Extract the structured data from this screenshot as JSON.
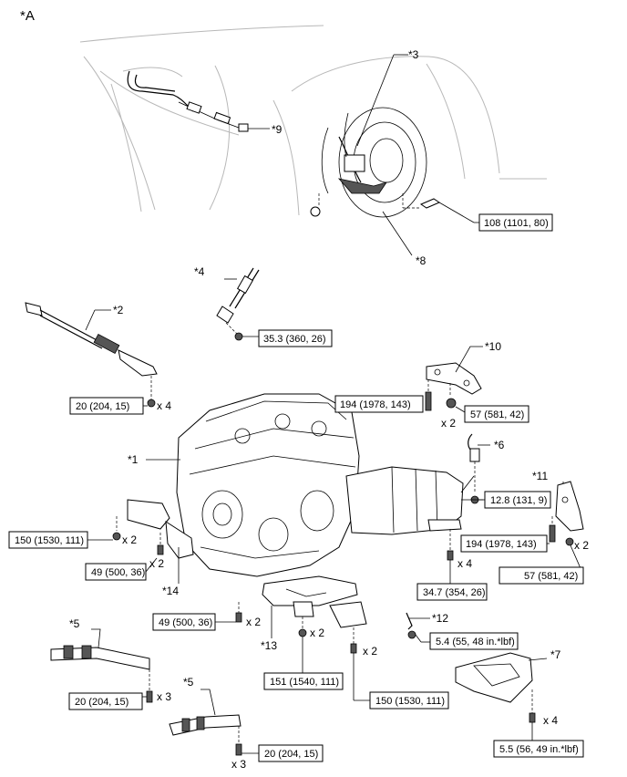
{
  "figure_label": "*A",
  "callouts": {
    "c1": "*1",
    "c2": "*2",
    "c3": "*3",
    "c4": "*4",
    "c5a": "*5",
    "c5b": "*5",
    "c6": "*6",
    "c7": "*7",
    "c8": "*8",
    "c9": "*9",
    "c10": "*10",
    "c11": "*11",
    "c12": "*12",
    "c13": "*13",
    "c14": "*14"
  },
  "torques": {
    "t108": "108 (1101, 80)",
    "t353": "35.3 (360, 26)",
    "t20a": "20 (204, 15)",
    "t194a": "194 (1978, 143)",
    "t57a": "57 (581, 42)",
    "t128": "12.8 (131, 9)",
    "t150a": "150 (1530, 111)",
    "t49a": "49 (500, 36)",
    "t194b": "194 (1978, 143)",
    "t57b": "57 (581, 42)",
    "t347": "34.7 (354, 26)",
    "t49b": "49 (500, 36)",
    "t54": "5.4 (55, 48 in.*lbf)",
    "t151": "151 (1540, 111)",
    "t150b": "150 (1530, 111)",
    "t20b": "20 (204, 15)",
    "t20c": "20 (204, 15)",
    "t55": "5.5 (56, 49 in.*lbf)"
  },
  "quantities": {
    "q4a": "x 4",
    "q2a": "x 2",
    "q2b": "x 2",
    "q2c": "x 2",
    "q4b": "x 4",
    "q2d": "x 2",
    "q2e": "x 2",
    "q2f": "x 2",
    "q2g": "x 2",
    "q3a": "x 3",
    "q3b": "x 3",
    "q4c": "x 4"
  }
}
